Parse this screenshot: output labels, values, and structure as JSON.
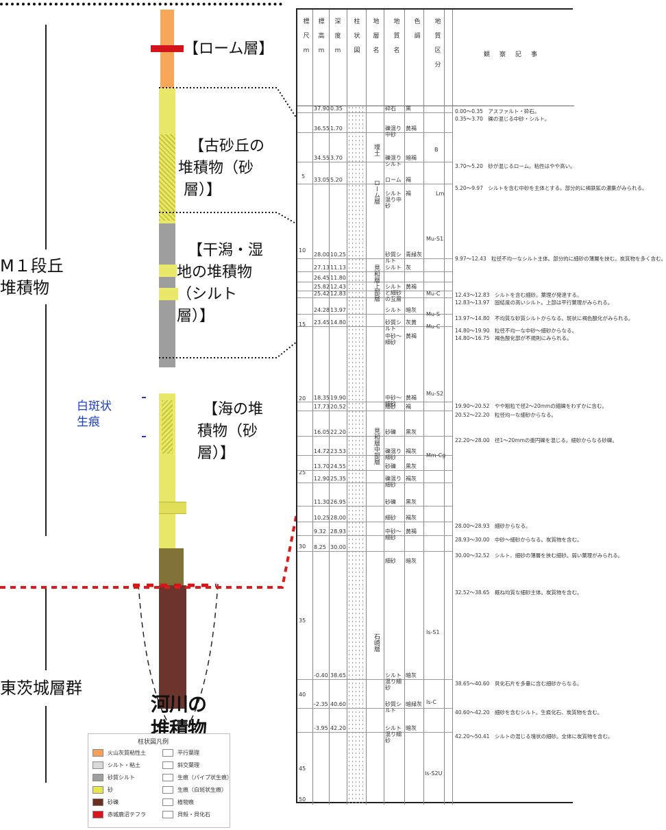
{
  "left_labels": {
    "m1_line1": "M１段丘",
    "m1_line2": "堆積物",
    "higashi": "東茨城層群"
  },
  "layer_labels": {
    "loam": "【ローム層】",
    "old_dune": [
      "【古砂丘の",
      "堆積物（砂",
      "層）】"
    ],
    "tidal": [
      "【干潟・湿",
      "地の堆積物",
      "（シルト",
      "層）】"
    ],
    "marine": [
      "【海の堆",
      "積物（砂",
      "層）】"
    ],
    "river": [
      "河川の",
      "堆積物"
    ]
  },
  "bioturbation": [
    "白斑状",
    "生痕"
  ],
  "legend": {
    "title": "柱状図凡例",
    "items": [
      {
        "label": "火山灰質粘性土",
        "color": "#f5a05a"
      },
      {
        "label": "シルト・粘土",
        "color": "#d9d9d9"
      },
      {
        "label": "砂質シルト",
        "color": "#9e9e9e"
      },
      {
        "label": "砂",
        "color": "#e8e650"
      },
      {
        "label": "砂礫",
        "color": "#6b2e22"
      },
      {
        "label": "赤城鹿沼テフラ",
        "color": "#d9141c"
      }
    ],
    "items_right": [
      "平行葉理",
      "斜交葉理",
      "生痕（パイプ状生痕）",
      "生痕（白斑状生痕）",
      "植物痕",
      "貝殻・貝化石"
    ]
  },
  "log_headers": [
    "標尺 m",
    "標高 m",
    "深度 m",
    "柱状図",
    "地層名",
    "地質名",
    "色調",
    "地質区分",
    "観察記事"
  ],
  "scale_ticks": [
    "5",
    "10",
    "15",
    "20",
    "25",
    "30",
    "35",
    "40",
    "45",
    "50"
  ],
  "rows": [
    {
      "elev": "37.90",
      "depth": "0.35",
      "name": "砕石",
      "color": "黒"
    },
    {
      "elev": "36.55",
      "depth": "1.70",
      "name": "礫混り中砂",
      "color": "黄褐"
    },
    {
      "elev": "34.55",
      "depth": "3.70",
      "name": "礫混りシルト",
      "color": "暗褐"
    },
    {
      "elev": "33.05",
      "depth": "5.20",
      "name": "ローム",
      "color": "褐"
    },
    {
      "elev": "",
      "depth": "",
      "name": "シルト混り中砂",
      "color": "褐"
    },
    {
      "elev": "28.00",
      "depth": "10.25",
      "name": "砂質シルト",
      "color": "青緑灰"
    },
    {
      "elev": "27.13",
      "depth": "11.13",
      "name": "シルト",
      "color": "灰"
    },
    {
      "elev": "26.45",
      "depth": "11.80",
      "name": "",
      "color": ""
    },
    {
      "elev": "25.82",
      "depth": "12.43",
      "name": "シルトと細砂の互層",
      "color": "黄褐"
    },
    {
      "elev": "25.42",
      "depth": "12.83",
      "name": "",
      "color": ""
    },
    {
      "elev": "24.28",
      "depth": "13.97",
      "name": "シルト",
      "color": "暗灰"
    },
    {
      "elev": "23.45",
      "depth": "14.80",
      "name": "砂質シルト",
      "color": "灰黄"
    },
    {
      "elev": "",
      "depth": "",
      "name": "中砂〜細砂",
      "color": "黄褐"
    },
    {
      "elev": "18.35",
      "depth": "19.90",
      "name": "中砂〜細砂",
      "color": "黄褐"
    },
    {
      "elev": "17.73",
      "depth": "20.52",
      "name": "細砂",
      "color": "褐"
    },
    {
      "elev": "16.05",
      "depth": "22.20",
      "name": "砂礫",
      "color": "黒灰"
    },
    {
      "elev": "14.72",
      "depth": "23.53",
      "name": "礫混り細砂",
      "color": "褐灰"
    },
    {
      "elev": "13.70",
      "depth": "24.55",
      "name": "砂礫",
      "color": "黒灰"
    },
    {
      "elev": "12.90",
      "depth": "25.35",
      "name": "礫混り細砂",
      "color": "褐灰"
    },
    {
      "elev": "11.30",
      "depth": "26.95",
      "name": "砂礫",
      "color": "黒灰"
    },
    {
      "elev": "10.25",
      "depth": "28.00",
      "name": "細砂",
      "color": "褐灰"
    },
    {
      "elev": "9.32",
      "depth": "28.93",
      "name": "中砂〜細砂",
      "color": "黄褐"
    },
    {
      "elev": "8.25",
      "depth": "30.00",
      "name": "",
      "color": ""
    },
    {
      "elev": "",
      "depth": "",
      "name": "細砂",
      "color": "暗灰"
    },
    {
      "elev": "-0.40",
      "depth": "38.65",
      "name": "シルト混り細砂",
      "color": "暗灰"
    },
    {
      "elev": "-2.35",
      "depth": "40.60",
      "name": "砂質シルト",
      "color": "暗緑灰"
    },
    {
      "elev": "-3.95",
      "depth": "42.20",
      "name": "シルト混り細砂",
      "color": "暗灰"
    }
  ],
  "strata_names": [
    "埋土",
    "ローム層",
    "見和層上部層",
    "見和層中部層",
    "石崎層"
  ],
  "zones": [
    "B",
    "Lm",
    "Mu-S1",
    "Mu-C",
    "Mu-S",
    "Mu-C",
    "Mu-S2",
    "Mm-Cg",
    "Is-S1",
    "Is-C",
    "Is-S2U"
  ],
  "descriptions": [
    "0.00〜0.35　アスファルト・砕石。",
    "0.35〜3.70　礫の混じる中砂・シルト。",
    "3.70〜5.20　砂が混じるローム。粘性はやや高い。",
    "5.20〜9.97　シルトを含む中砂を主体とする。部分的に褐鉄鉱の濃集がみられる。",
    "9.97〜12.43　粒径不均一なシルト主体。部分的に細砂の薄層を挟む。炭質物を多く含む。",
    "12.43〜12.83　シルトを含む細砂。葉理が発達する。",
    "12.83〜13.97　固結度の高いシルト。上部は平行葉理がみられる。",
    "13.97〜14.80　不均質な砂質シルトからなる。斑状に褐色酸化がみられる。",
    "14.80〜19.90　粒径不均一な中砂〜細砂からなる。",
    "14.80〜16.75　褐色酸化部が不規則にみられる。",
    "19.90〜20.52　やや粗粒で径2〜20mmの細礫をわずかに含む。",
    "20.52〜22.20　粒径均一な細砂からなる。",
    "22.20〜28.00　径1〜20mmの亜円礫を混じる。細砂からなる砂礫。",
    "28.00〜28.93　細砂からなる。",
    "28.93〜30.00　中砂〜細砂からなる。炭質物を含む。",
    "30.00〜32.52　シルト、細砂の薄層を挟む細砂。弱い葉理がみられる。",
    "32.52〜38.65　概ね均質な細砂主体。炭質物を含む。",
    "38.65〜40.60　貝化石片を多量に含む細砂からなる。",
    "40.60〜42.20　細砂を含むシルト。生痕化石、炭質物を含む。",
    "42.20〜50.41　シルトの混じる塊状の細砂。全体に炭質物を含む。"
  ]
}
